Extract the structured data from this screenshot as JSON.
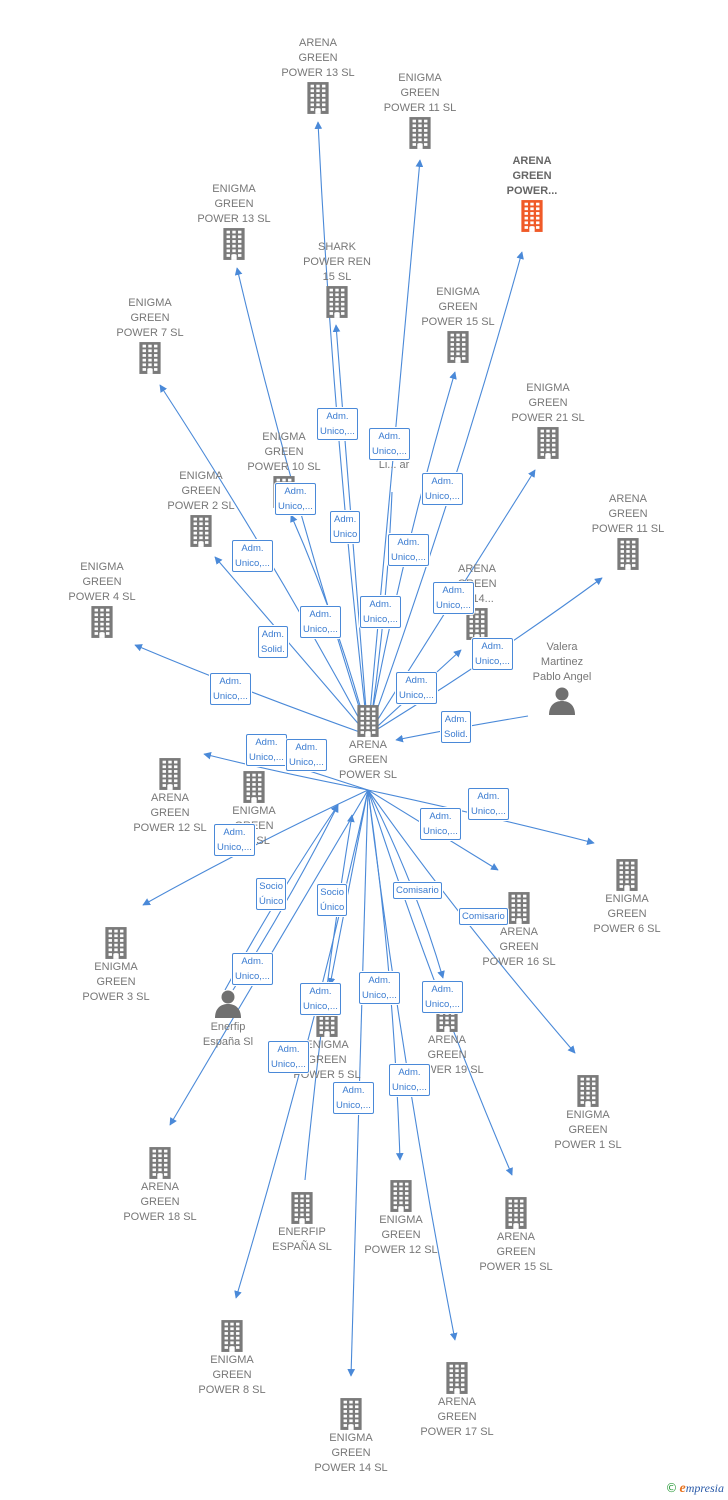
{
  "colors": {
    "edge": "#4a89d8",
    "building": "#7a7a7a",
    "building_highlight": "#f05a28",
    "person": "#707070",
    "label_text": "#777777",
    "edge_label_text": "#3a7bd0"
  },
  "center": {
    "name": "ARENA\nGREEN\nPOWER  SL",
    "icon": "building-icon"
  },
  "nodes": [
    {
      "id": "ag13",
      "type": "company",
      "name": "ARENA\nGREEN\nPOWER 13  SL",
      "icon": "building-icon"
    },
    {
      "id": "eg11",
      "type": "company",
      "name": "ENIGMA\nGREEN\nPOWER 11  SL",
      "icon": "building-icon"
    },
    {
      "id": "agx",
      "type": "company",
      "name": "ARENA\nGREEN\nPOWER...",
      "icon": "building-icon",
      "highlight": true
    },
    {
      "id": "eg13",
      "type": "company",
      "name": "ENIGMA\nGREEN\nPOWER 13  SL",
      "icon": "building-icon"
    },
    {
      "id": "spr15",
      "type": "company",
      "name": "SHARK\nPOWER REN\n15  SL",
      "icon": "building-icon"
    },
    {
      "id": "eg7",
      "type": "company",
      "name": "ENIGMA\nGREEN\nPOWER 7  SL",
      "icon": "building-icon"
    },
    {
      "id": "eg15",
      "type": "company",
      "name": "ENIGMA\nGREEN\nPOWER 15  SL",
      "icon": "building-icon"
    },
    {
      "id": "eg21",
      "type": "company",
      "name": "ENIGMA\nGREEN\nPOWER 21  SL",
      "icon": "building-icon"
    },
    {
      "id": "eg10",
      "type": "company",
      "name": "ENIGMA\nGREEN\nPOWER 10  SL",
      "icon": "building-icon"
    },
    {
      "id": "lpx",
      "type": "person",
      "name": "Li...       ar",
      "icon": "person-icon"
    },
    {
      "id": "eg2",
      "type": "company",
      "name": "ENIGMA\nGREEN\nPOWER 2  SL",
      "icon": "building-icon"
    },
    {
      "id": "ag11",
      "type": "company",
      "name": "ARENA\nGREEN\nPOWER 11  SL",
      "icon": "building-icon"
    },
    {
      "id": "eg4",
      "type": "company",
      "name": "ENIGMA\nGREEN\nPOWER 4  SL",
      "icon": "building-icon"
    },
    {
      "id": "ag14",
      "type": "company",
      "name": "ARENA\nGREEN\n... 14...",
      "icon": "building-icon"
    },
    {
      "id": "valera",
      "type": "person",
      "name": "Valera\nMartinez\nPablo Angel",
      "icon": "person-icon"
    },
    {
      "id": "ag12",
      "type": "company",
      "name": "ARENA\nGREEN\nPOWER 12  SL",
      "icon": "building-icon"
    },
    {
      "id": "egx9",
      "type": "company",
      "name": "ENIGMA\nGREEN\n...9  SL",
      "icon": "building-icon"
    },
    {
      "id": "eg6",
      "type": "company",
      "name": "ENIGMA\nGREEN\nPOWER 6  SL",
      "icon": "building-icon"
    },
    {
      "id": "eg3",
      "type": "company",
      "name": "ENIGMA\nGREEN\nPOWER 3  SL",
      "icon": "building-icon"
    },
    {
      "id": "ag16",
      "type": "company",
      "name": "ARENA\nGREEN\nPOWER 16  SL",
      "icon": "building-icon"
    },
    {
      "id": "enerfip_sl",
      "type": "person",
      "name": "Enerfip\nEspaña Sl",
      "icon": "person-icon"
    },
    {
      "id": "eg5",
      "type": "company",
      "name": "ENIGMA\nGREEN\nPOWER 5  SL",
      "icon": "building-icon"
    },
    {
      "id": "ag19",
      "type": "company",
      "name": "ARENA\nGREEN\nPOWER 19  SL",
      "icon": "building-icon"
    },
    {
      "id": "eg1",
      "type": "company",
      "name": "ENIGMA\nGREEN\nPOWER 1  SL",
      "icon": "building-icon"
    },
    {
      "id": "ag18",
      "type": "company",
      "name": "ARENA\nGREEN\nPOWER 18  SL",
      "icon": "building-icon"
    },
    {
      "id": "eg12",
      "type": "company",
      "name": "ENIGMA\nGREEN\nPOWER 12  SL",
      "icon": "building-icon"
    },
    {
      "id": "ag15",
      "type": "company",
      "name": "ARENA\nGREEN\nPOWER 15  SL",
      "icon": "building-icon"
    },
    {
      "id": "enerfip",
      "type": "company",
      "name": "ENERFIP\nESPAÑA  SL",
      "icon": "building-icon"
    },
    {
      "id": "eg8",
      "type": "company",
      "name": "ENIGMA\nGREEN\nPOWER 8  SL",
      "icon": "building-icon"
    },
    {
      "id": "ag17",
      "type": "company",
      "name": "ARENA\nGREEN\nPOWER 17  SL",
      "icon": "building-icon"
    },
    {
      "id": "eg14",
      "type": "company",
      "name": "ENIGMA\nGREEN\nPOWER 14  SL",
      "icon": "building-icon"
    }
  ],
  "edges": [
    {
      "from": "center",
      "to": "ag13",
      "label": "Adm.\nUnico,..."
    },
    {
      "from": "center",
      "to": "eg11",
      "label": "Adm.\nUnico,..."
    },
    {
      "from": "center",
      "to": "agx",
      "label": "Adm.\nUnico,..."
    },
    {
      "from": "center",
      "to": "eg13",
      "label": "Adm.\nUnico,..."
    },
    {
      "from": "center",
      "to": "spr15",
      "label": "Adm.\nUnico"
    },
    {
      "from": "center",
      "to": "eg7",
      "label": "Adm.\nUnico,..."
    },
    {
      "from": "center",
      "to": "eg15",
      "label": "Adm.\nUnico,..."
    },
    {
      "from": "center",
      "to": "eg21",
      "label": "Adm.\nUnico,..."
    },
    {
      "from": "center",
      "to": "eg10",
      "label": "Adm.\nUnico,..."
    },
    {
      "from": "lpx",
      "to": "center",
      "label": "Adm.\nSolid."
    },
    {
      "from": "center",
      "to": "eg2",
      "label": "Adm.\nUnico,..."
    },
    {
      "from": "center",
      "to": "ag11",
      "label": "Adm.\nUnico,..."
    },
    {
      "from": "center",
      "to": "eg4",
      "label": "Adm.\nUnico,..."
    },
    {
      "from": "center",
      "to": "ag14",
      "label": "Adm.\nUnico,..."
    },
    {
      "from": "valera",
      "to": "center",
      "label": "Adm.\nSolid."
    },
    {
      "from": "center",
      "to": "ag12",
      "label": "Adm.\nUnico,..."
    },
    {
      "from": "center",
      "to": "egx9",
      "label": "Adm.\nUnico,..."
    },
    {
      "from": "center",
      "to": "eg6",
      "label": "Adm.\nUnico,..."
    },
    {
      "from": "center",
      "to": "eg3",
      "label": "Adm.\nUnico,..."
    },
    {
      "from": "center",
      "to": "ag16",
      "label": "Adm.\nUnico,..."
    },
    {
      "from": "enerfip_sl",
      "to": "center",
      "label": "Comisario"
    },
    {
      "from": "enerfip_sl",
      "to": "center",
      "label": "Socio\nÚnico"
    },
    {
      "from": "center",
      "to": "eg5",
      "label": "Comisario"
    },
    {
      "from": "center",
      "to": "ag19",
      "label": "Socio\nÚnico"
    },
    {
      "from": "center",
      "to": "eg1",
      "label": "Adm.\nUnico,..."
    },
    {
      "from": "center",
      "to": "ag18",
      "label": "Adm.\nUnico,..."
    },
    {
      "from": "center",
      "to": "eg12",
      "label": "Adm.\nUnico,..."
    },
    {
      "from": "center",
      "to": "ag15",
      "label": "Adm.\nUnico,..."
    },
    {
      "from": "enerfip",
      "to": "center",
      "label": "Adm.\nUnico,..."
    },
    {
      "from": "center",
      "to": "eg8",
      "label": "Adm.\nUnico,..."
    },
    {
      "from": "center",
      "to": "ag17",
      "label": "Adm.\nUnico,..."
    },
    {
      "from": "center",
      "to": "eg14",
      "label": "Adm.\nUnico,..."
    }
  ],
  "footer": {
    "copyright": "©",
    "brand_first": "e",
    "brand_rest": "mpresia"
  }
}
